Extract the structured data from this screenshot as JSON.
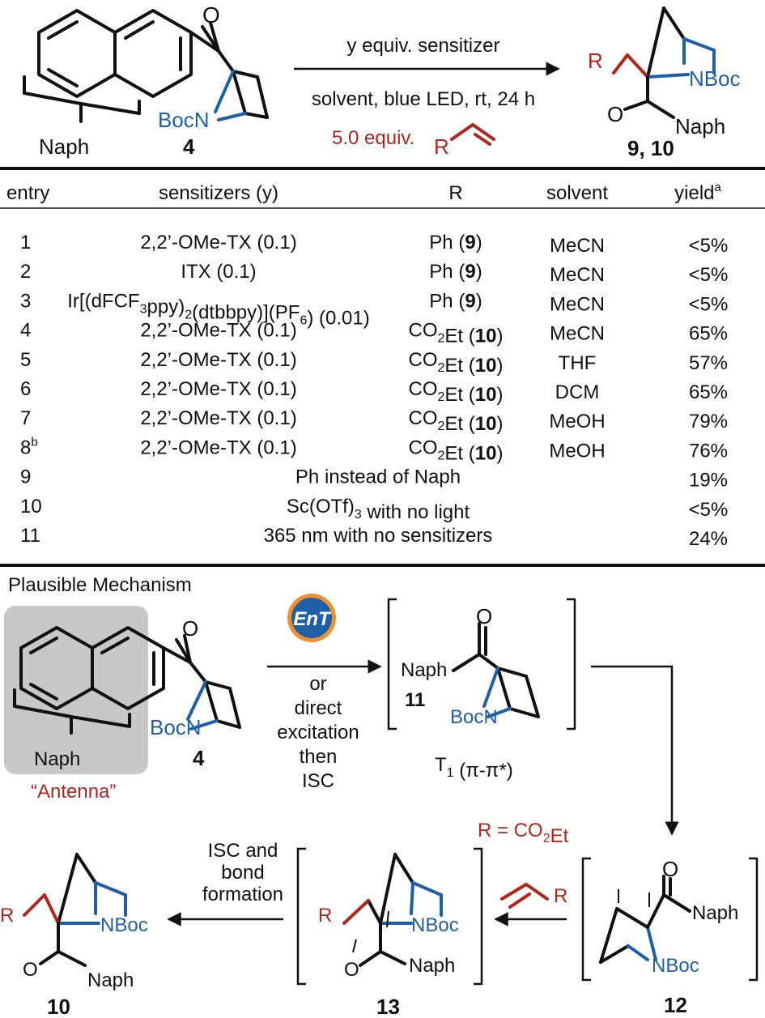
{
  "scheme": {
    "compound_4_label": "4",
    "naph_label": "Naph",
    "boc_n_label": "BocN",
    "carbonyl_o": "O",
    "arrow_top_text": "y equiv. sensitizer",
    "arrow_bottom_text": "solvent, blue LED, rt, 24 h",
    "alkene_text": "5.0 equiv.",
    "alkene_r": "R",
    "product_r": "R",
    "product_nboc": "NBoc",
    "product_o": "O",
    "product_naph": "Naph",
    "product_label": "9, 10"
  },
  "table": {
    "headers": [
      "entry",
      "sensitizers (y)",
      "R",
      "solvent",
      "yield"
    ],
    "yield_footnote": "a",
    "rows": [
      {
        "entry": "1",
        "sensitizer": "2,2’-OMe-TX (0.1)",
        "r": "Ph (9)",
        "solvent": "MeCN",
        "yield": "<5%"
      },
      {
        "entry": "2",
        "sensitizer": "ITX (0.1)",
        "r": "Ph (9)",
        "solvent": "MeCN",
        "yield": "<5%"
      },
      {
        "entry": "3",
        "sensitizer": "Ir[(dFCF3ppy)2(dtbbpy)](PF6) (0.01)",
        "r": "Ph (9)",
        "solvent": "MeCN",
        "yield": "<5%"
      },
      {
        "entry": "4",
        "sensitizer": "2,2’-OMe-TX (0.1)",
        "r": "CO2Et (10)",
        "solvent": "MeCN",
        "yield": "65%"
      },
      {
        "entry": "5",
        "sensitizer": "2,2’-OMe-TX (0.1)",
        "r": "CO2Et (10)",
        "solvent": "THF",
        "yield": "57%"
      },
      {
        "entry": "6",
        "sensitizer": "2,2’-OMe-TX (0.1)",
        "r": "CO2Et (10)",
        "solvent": "DCM",
        "yield": "65%"
      },
      {
        "entry": "7",
        "sensitizer": "2,2’-OMe-TX (0.1)",
        "r": "CO2Et (10)",
        "solvent": "MeOH",
        "yield": "79%"
      },
      {
        "entry": "8",
        "entry_sup": "b",
        "sensitizer": "2,2’-OMe-TX (0.1)",
        "r": "CO2Et (10)",
        "solvent": "MeOH",
        "yield": "76%"
      }
    ],
    "span_rows": [
      {
        "entry": "9",
        "text": "Ph instead of Naph",
        "yield": "19%"
      },
      {
        "entry": "10",
        "text": "Sc(OTf)3 with no light",
        "yield": "<5%"
      },
      {
        "entry": "11",
        "text": "365 nm with no sensitizers",
        "yield": "24%"
      }
    ]
  },
  "mechanism": {
    "title": "Plausible Mechanism",
    "antenna_label": "“Antenna”",
    "compound_4": "4",
    "ent_label": "EnT",
    "arrow_text_lines": [
      "or",
      "direct",
      "excitation",
      "then",
      "ISC"
    ],
    "int_11_label": "11",
    "int_11_naph": "Naph",
    "int_11_state": "T1 (π-π*)",
    "r_eq": "R = CO2Et",
    "int_12_label": "12",
    "int_13_label": "13",
    "product_10_label": "10",
    "isc_text_lines": [
      "ISC and",
      "bond",
      "formation"
    ]
  },
  "colors": {
    "blue": "#1f5fa8",
    "red": "#b0261e",
    "antenna_box": "#c8c8c8",
    "ent_orange": "#f0912b",
    "ent_blue": "#1f5fa8"
  }
}
